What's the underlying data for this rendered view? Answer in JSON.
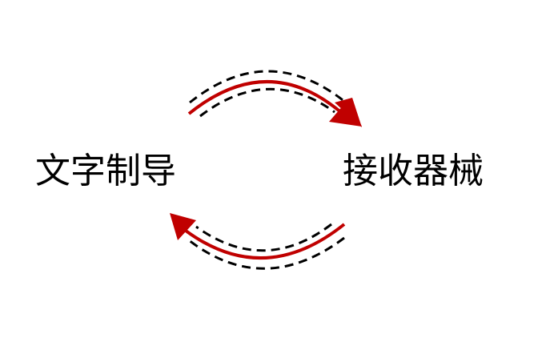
{
  "diagram": {
    "left_node": {
      "label": "文字制导"
    },
    "right_node": {
      "label": "接收器械"
    },
    "arrows": [
      {
        "from": "文字制导",
        "to": "接收器械",
        "direction": "top-arc-rightward"
      },
      {
        "from": "接收器械",
        "to": "文字制导",
        "direction": "bottom-arc-leftward"
      }
    ],
    "colors": {
      "arrow": "#c00000",
      "dashed": "#000000",
      "text": "#000000",
      "background": "#ffffff"
    }
  }
}
